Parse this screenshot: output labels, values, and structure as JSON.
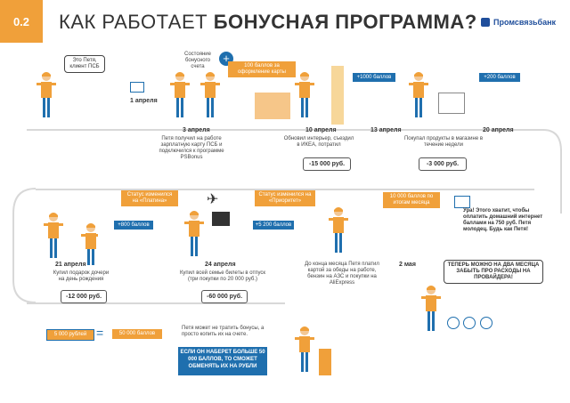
{
  "header": {
    "badge": "0.2",
    "title_a": "КАК РАБОТАЕТ ",
    "title_b": "БОНУСНАЯ ПРОГРАММА?",
    "logo": "Промсвязьбанк"
  },
  "row1": {
    "speech": "Это Петя, клиент ПСБ",
    "account_state": "Состояние бонусного счета",
    "d1": "1 апреля",
    "d2": "3 апреля",
    "d2_desc": "Петя получил на работе зарплатную карту ПСБ и подключился к программе PSBonus",
    "bonus100": "100 баллов за оформление карты",
    "d3": "10 апреля",
    "d3_desc": "Обновил интерьер, съездил в ИКЕА, потратил",
    "d3_cost": "-15 000 руб.",
    "plus1000": "+1000 баллов",
    "d4": "13 апреля",
    "d4_desc": "Покупал продукты в магазине в течение недели",
    "d4_cost": "-3 000 руб.",
    "plus200": "+200 баллов",
    "d5": "20 апреля"
  },
  "row2": {
    "status1": "Статус изменился на «Платина»",
    "plus800": "+800 баллов",
    "d1": "21 апреля",
    "d1_desc": "Купил подарок дочери на день рождения",
    "d1_cost": "-12 000 руб.",
    "d2": "24 апреля",
    "d2_desc": "Купил всей семье билеты в отпуск (три покупки по 20 000 руб.)",
    "d2_cost": "-60 000 руб.",
    "status2": "Статус изменился на «Приоритет»",
    "plus5200": "+5 200 баллов",
    "d3_desc": "До конца месяца Петя платил картой за обеды на работе, бензин на АЗС и покупки на AliExpress",
    "d4": "2 мая",
    "total": "10 000 баллов по итогам месяца",
    "hooray": "Ура! Этого хватит, чтобы оплатить домашний интернет баллами на 750 руб. Петя молодец. Будь как Петя!"
  },
  "row3": {
    "provider": "ТЕПЕРЬ МОЖНО НА ДВА МЕСЯЦА ЗАБЫТЬ ПРО РАСХОДЫ НА ПРОВАЙДЕРА!",
    "rub": "5 000 рублей",
    "eq": "=",
    "pts": "50 000 баллов",
    "save": "Петя может не тратить бонусы, а просто копить их на счете.",
    "if": "ЕСЛИ ОН НАБЕРЕТ БОЛЬШЕ 50 000 БАЛЛОВ, ТО СМОЖЕТ ОБМЕНЯТЬ ИХ НА РУБЛИ"
  },
  "colors": {
    "orange": "#f0a03a",
    "blue": "#1f6fae",
    "suit": "#1f6fae"
  }
}
